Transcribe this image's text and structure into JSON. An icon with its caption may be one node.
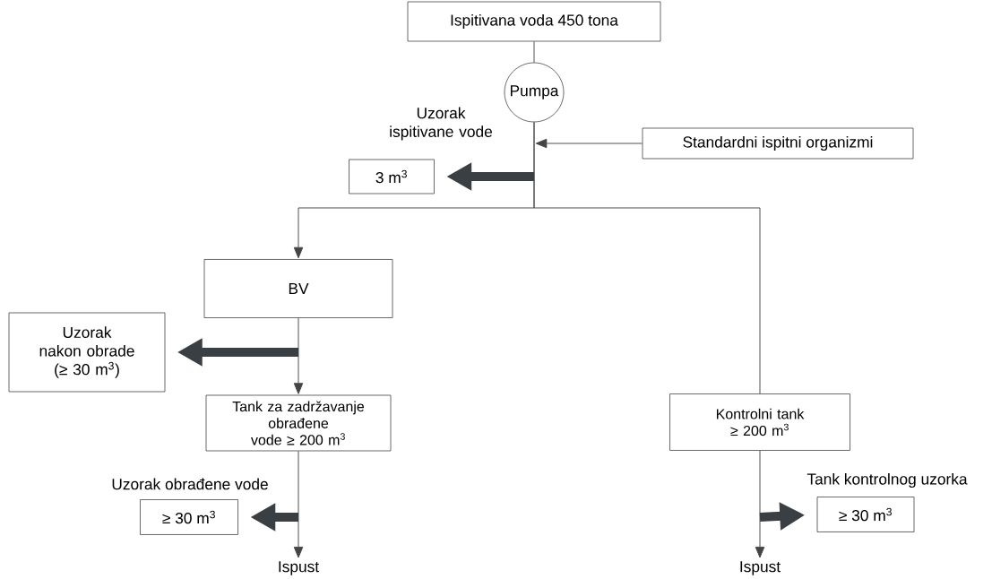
{
  "diagram": {
    "nodes": [
      {
        "text": [
          "Ispitivana voda 450 tona"
        ]
      },
      {
        "text": [
          "Pumpa"
        ]
      },
      {
        "text": [
          "Standardni ispitni organizmi"
        ]
      },
      {
        "text": [
          "Uzorak ispitivane vode",
          "3 m$^{3}$"
        ]
      },
      {
        "text": [
          "BV"
        ]
      },
      {
        "text": [
          "Uzorak nakon obrade (≥ 30 m$^{3}$)"
        ]
      },
      {
        "text": [
          "Tank za zadržavanje obrađene vode ≥ 200 m$^{3}$"
        ]
      },
      {
        "text": [
          "Kontrolni tank ≥ 200 m$^{3}$"
        ]
      },
      {
        "text": [
          "Uzorak obrađene vode",
          "≥ 30 m$^{3}$"
        ]
      },
      {
        "text": [
          "Ispust"
        ]
      },
      {
        "text": [
          "Tank kontrolnog uzorka",
          "≥ 30 m$^{3}$"
        ]
      },
      {
        "text": [
          "Ispust"
        ]
      }
    ],
    "edges": [
      {
        "from": 0,
        "to": 1,
        "arrow": "none"
      },
      {
        "from": 1,
        "to": 4,
        "arrow": "to"
      },
      {
        "from": 1,
        "to": 7,
        "arrow": "none"
      },
      {
        "from": 2,
        "to": null,
        "arrow": "to"
      },
      {
        "from": null,
        "to": 3,
        "arrow": "to",
        "style": "thick"
      },
      {
        "from": 4,
        "to": 6,
        "arrow": "to"
      },
      {
        "from": null,
        "to": 5,
        "arrow": "to",
        "style": "thick"
      },
      {
        "from": 6,
        "to": 9,
        "arrow": "to"
      },
      {
        "from": null,
        "to": 8,
        "arrow": "to",
        "style": "thick"
      },
      {
        "from": 7,
        "to": 11,
        "arrow": "to"
      },
      {
        "from": null,
        "to": 10,
        "arrow": "to",
        "style": "thick"
      }
    ]
  }
}
